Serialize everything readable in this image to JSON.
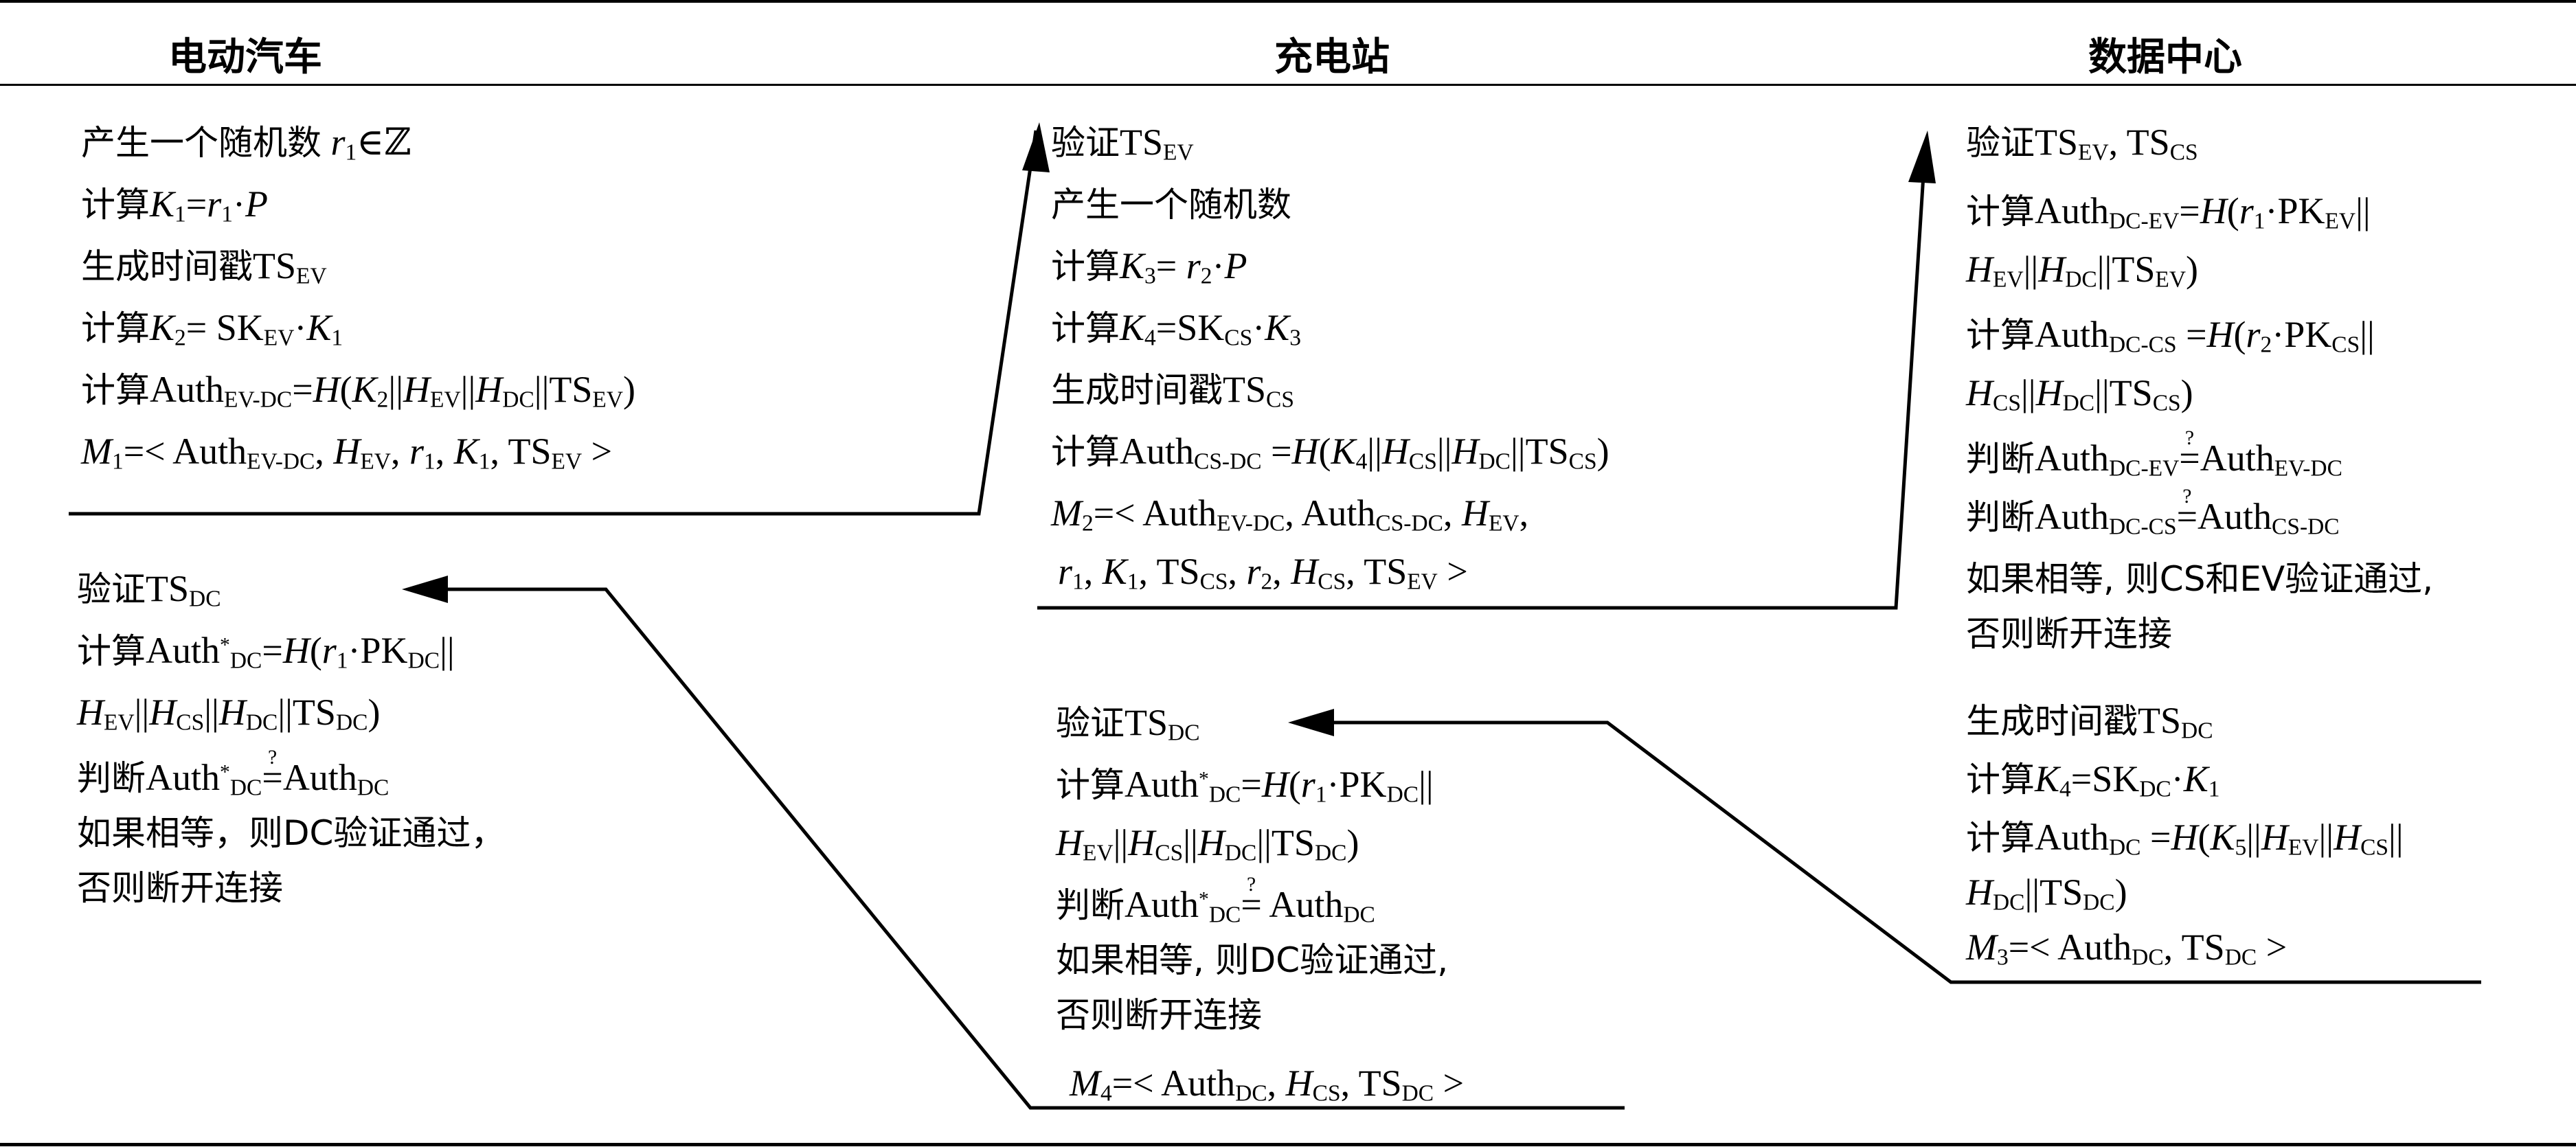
{
  "headers": {
    "ev": "电动汽车",
    "cs": "充电站",
    "dc": "数据中心"
  },
  "ev_step1": {
    "l1": "产生一个随机数",
    "l2": "计算",
    "l3": "生成时间戳",
    "l4": "计算",
    "l5": "计算",
    "l6": "M1"
  },
  "cs_step1": {
    "l1": "验证",
    "l2": "产生一个随机数",
    "l3": "计算",
    "l4": "计算",
    "l5": "生成时间戳",
    "l6": "计算",
    "l7": "M2"
  },
  "dc_step1": {
    "l1": "验证",
    "l2": "计算",
    "l4": "计算",
    "l6": "判断",
    "l7": "判断",
    "l8": "如果相等, 则CS和EV验证通过,",
    "l9": "否则断开连接"
  },
  "dc_step2": {
    "l1": "生成时间戳",
    "l2": "计算",
    "l3": "计算",
    "l5": "M3"
  },
  "cs_step2": {
    "l1": "验证",
    "l2": "计算",
    "l4": "判断",
    "l5": "如果相等, 则DC验证通过,",
    "l6": "否则断开连接",
    "l7": "M4"
  },
  "ev_step2": {
    "l1": "验证",
    "l2": "计算",
    "l4": "判断",
    "l5": "如果相等，则DC验证通过，",
    "l6": "否则断开连接"
  }
}
